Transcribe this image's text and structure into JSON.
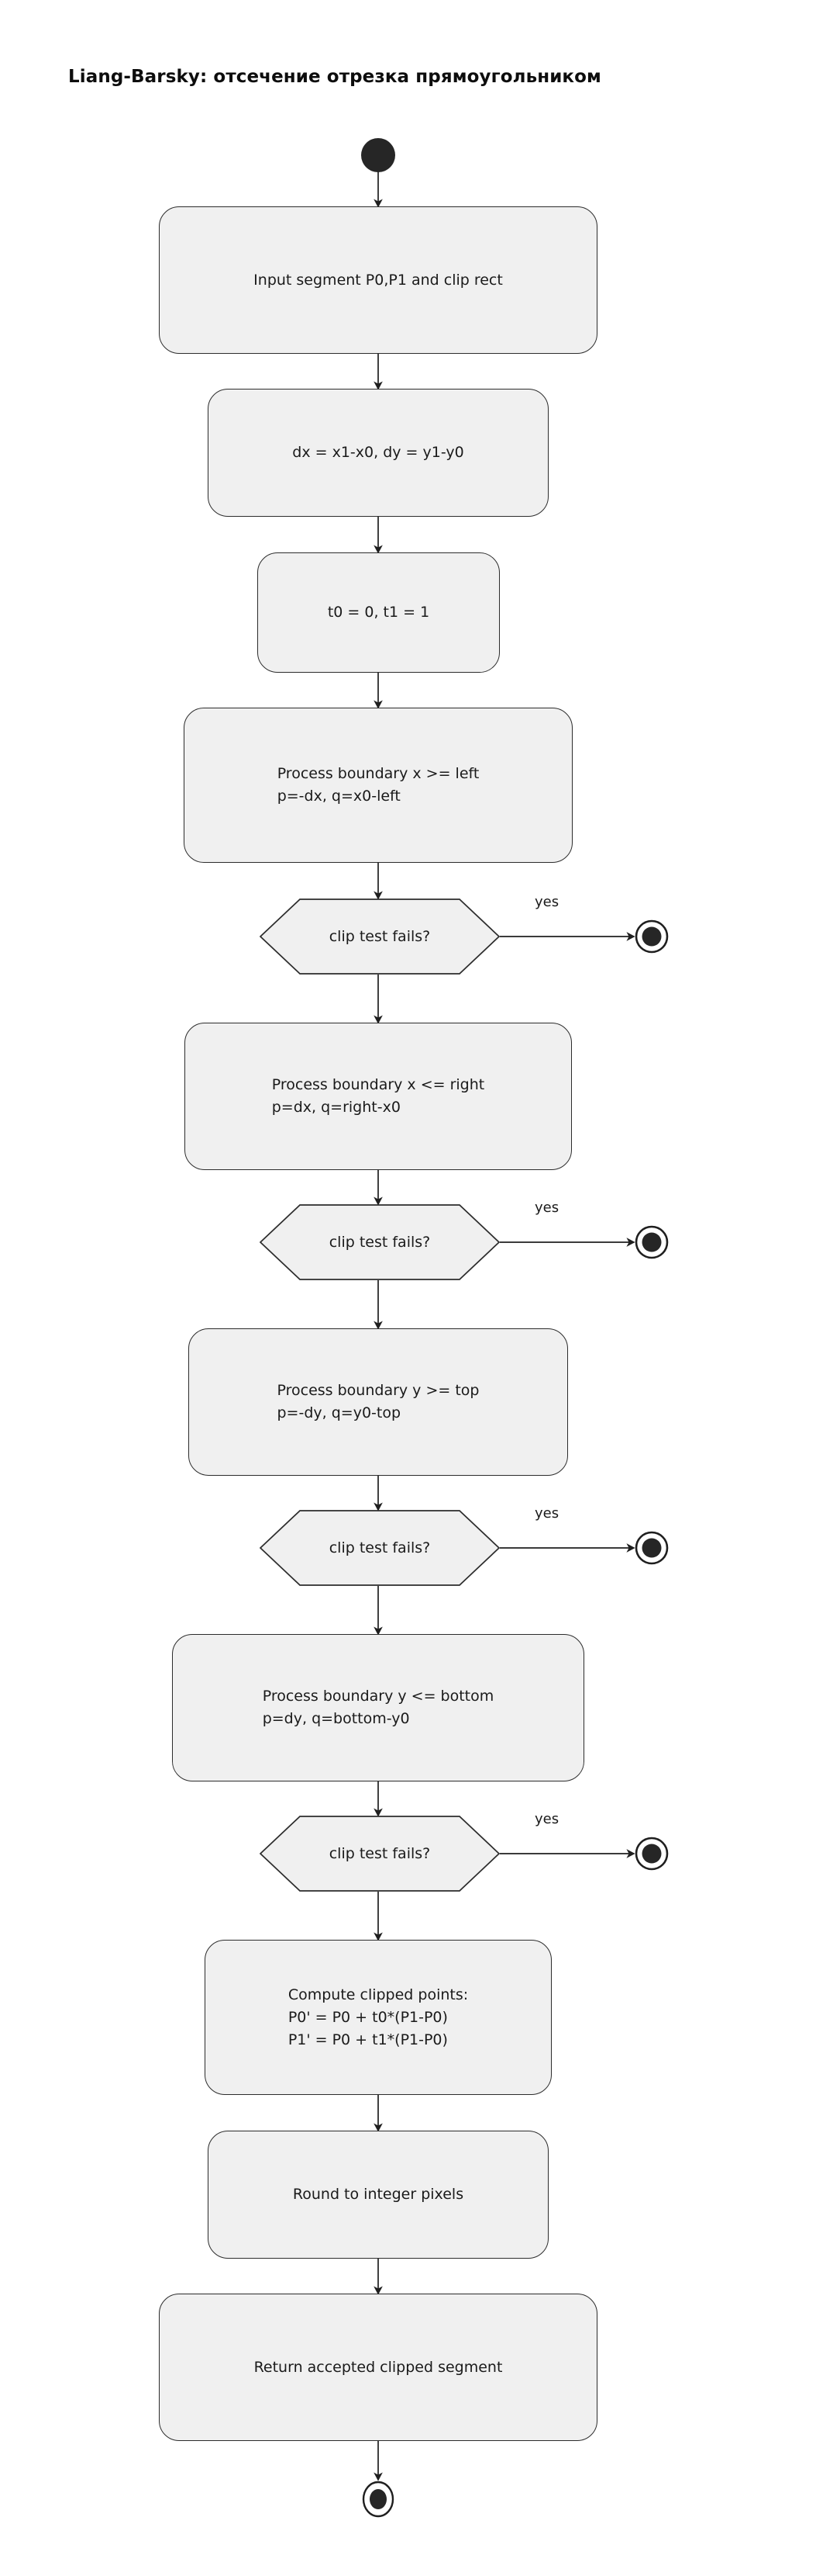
{
  "title": "Liang-Barsky: отсечение отрезка прямоугольником",
  "diagram": {
    "type": "activity-flowchart",
    "colors": {
      "node_fill": "#f0f0f0",
      "node_stroke": "#2c2c2c",
      "edge_stroke": "#1f1f1f",
      "text": "#1a1a1a",
      "background": "#ffffff",
      "terminal_fill": "#262626"
    },
    "start": {
      "name": "start-node",
      "shape": "filled-circle"
    },
    "nodes": [
      {
        "id": "n1",
        "shape": "rounded-rect",
        "label": "Input segment P0,P1 and clip rect"
      },
      {
        "id": "n2",
        "shape": "rounded-rect",
        "label": "dx = x1-x0, dy = y1-y0"
      },
      {
        "id": "n3",
        "shape": "rounded-rect",
        "label": "t0 = 0, t1 = 1"
      },
      {
        "id": "n4",
        "shape": "rounded-rect",
        "label": "Process boundary x >= left\np=-dx, q=x0-left"
      },
      {
        "id": "d1",
        "shape": "hexagon",
        "label": "clip test fails?"
      },
      {
        "id": "n5",
        "shape": "rounded-rect",
        "label": "Process boundary x <= right\np=dx, q=right-x0"
      },
      {
        "id": "d2",
        "shape": "hexagon",
        "label": "clip test fails?"
      },
      {
        "id": "n6",
        "shape": "rounded-rect",
        "label": "Process boundary y >= top\np=-dy, q=y0-top"
      },
      {
        "id": "d3",
        "shape": "hexagon",
        "label": "clip test fails?"
      },
      {
        "id": "n7",
        "shape": "rounded-rect",
        "label": "Process boundary y <= bottom\np=dy, q=bottom-y0"
      },
      {
        "id": "d4",
        "shape": "hexagon",
        "label": "clip test fails?"
      },
      {
        "id": "n8",
        "shape": "rounded-rect",
        "label": "Compute clipped points:\nP0' = P0 + t0*(P1-P0)\nP1' = P0 + t1*(P1-P0)"
      },
      {
        "id": "n9",
        "shape": "rounded-rect",
        "label": "Round to integer pixels"
      },
      {
        "id": "n10",
        "shape": "rounded-rect",
        "label": "Return accepted clipped segment"
      }
    ],
    "branch_labels": {
      "d1_yes": "yes",
      "d2_yes": "yes",
      "d3_yes": "yes",
      "d4_yes": "yes"
    },
    "terminals": [
      {
        "id": "e1",
        "name": "end-node-reject-left",
        "shape": "ring-with-filled-circle"
      },
      {
        "id": "e2",
        "name": "end-node-reject-right",
        "shape": "ring-with-filled-circle"
      },
      {
        "id": "e3",
        "name": "end-node-reject-top",
        "shape": "ring-with-filled-circle"
      },
      {
        "id": "e4",
        "name": "end-node-reject-bottom",
        "shape": "ring-with-filled-circle"
      },
      {
        "id": "e5",
        "name": "end-node-final",
        "shape": "ring-with-filled-circle"
      }
    ]
  }
}
